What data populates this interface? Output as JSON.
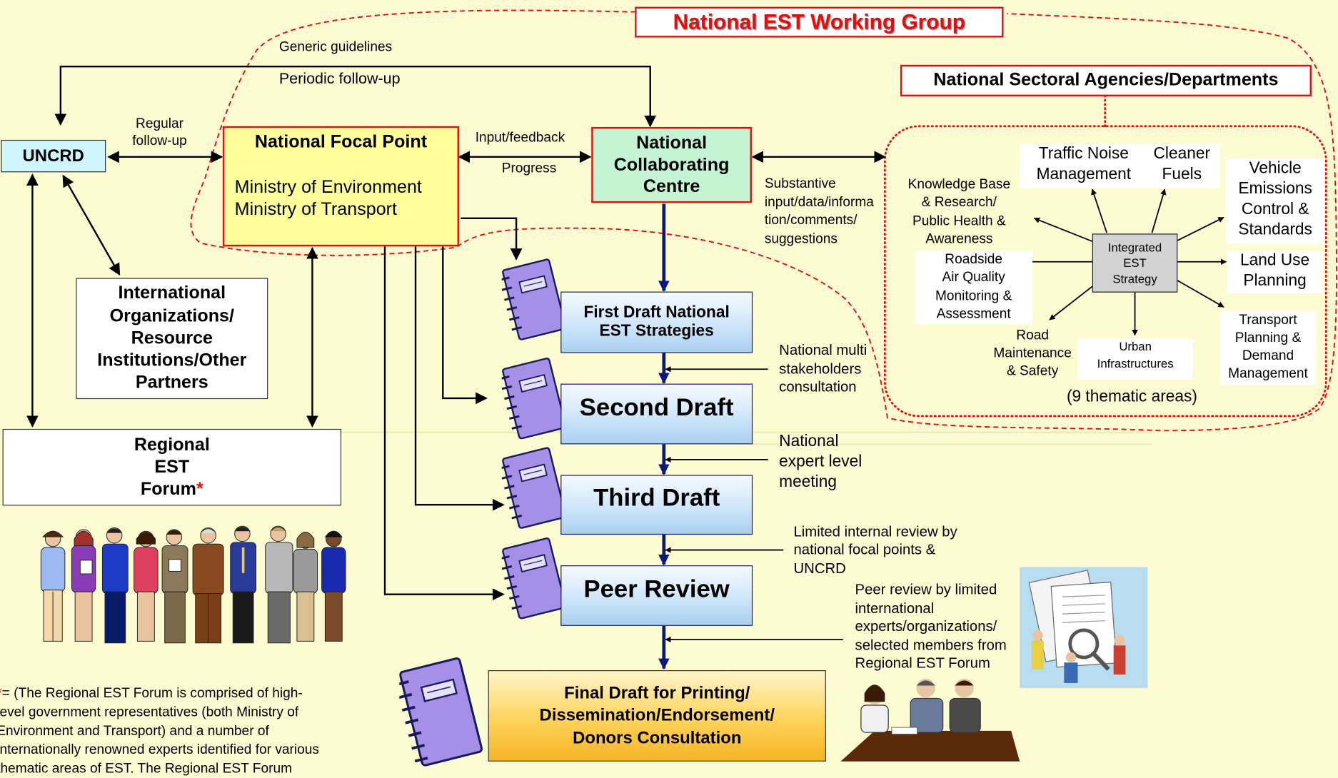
{
  "header": {
    "working_group": "National EST Working Group",
    "sectoral": "National Sectoral Agencies/Departments"
  },
  "boxes": {
    "uncrd": "UNCRD",
    "focal_title": "National Focal Point",
    "focal_line1": "Ministry of Environment",
    "focal_line2": "Ministry of Transport",
    "collab_line1": "National",
    "collab_line2": "Collaborating",
    "collab_line3": "Centre",
    "intl_line1": "International",
    "intl_line2": "Organizations/",
    "intl_line3": "Resource",
    "intl_line4": "Institutions/Other",
    "intl_line5": "Partners",
    "regional_line1": "Regional",
    "regional_line2": "EST",
    "regional_line3": "Forum",
    "regional_star": "*"
  },
  "labels": {
    "generic": "Generic guidelines",
    "periodic": "Periodic follow-up",
    "regular1": "Regular",
    "regular2": "follow-up",
    "input": "Input/feedback",
    "progress": "Progress",
    "subst1": "Substantive",
    "subst2": "input/data/informa",
    "subst3": "tion/comments/",
    "subst4": "suggestions",
    "multi1": "National multi",
    "multi2": "stakeholders",
    "multi3": "consultation",
    "expert1": "National",
    "expert2": "expert level",
    "expert3": "meeting",
    "limited1": "Limited internal review by",
    "limited2": "national focal points &",
    "limited3": "UNCRD",
    "peer1": "Peer review by limited",
    "peer2": "international",
    "peer3": "experts/organizations/",
    "peer4": "selected members from",
    "peer5": "Regional EST Forum"
  },
  "drafts": {
    "first1": "First Draft National",
    "first2": "EST Strategies",
    "second": "Second Draft",
    "third": "Third Draft",
    "peer": "Peer Review",
    "final1": "Final Draft for Printing/",
    "final2": "Dissemination/Endorsement/",
    "final3": "Donors Consultation"
  },
  "thematic": {
    "center1": "Integrated",
    "center2": "EST",
    "center3": "Strategy",
    "noise1": "Traffic Noise",
    "noise2": "Management",
    "fuels1": "Cleaner",
    "fuels2": "Fuels",
    "veh1": "Vehicle",
    "veh2": "Emissions",
    "veh3": "Control &",
    "veh4": "Standards",
    "land1": "Land Use",
    "land2": "Planning",
    "tpd1": "Transport",
    "tpd2": "Planning &",
    "tpd3": "Demand",
    "tpd4": "Management",
    "urban1": "Urban",
    "urban2": "Infrastructures",
    "road1": "Road",
    "road2": "Maintenance",
    "road3": "& Safety",
    "air1": "Roadside",
    "air2": "Air Quality",
    "air3": "Monitoring &",
    "air4": "Assessment",
    "kb1": "Knowledge Base",
    "kb2": "& Research/",
    "kb3": "Public Health &",
    "kb4": "Awareness",
    "count": "(9 thematic areas)"
  },
  "footnote": {
    "star": "*",
    "l1": "= (The Regional EST Forum is comprised of high-",
    "l2": "level government representatives (both Ministry of",
    "l3": "Environment and Transport) and a number of",
    "l4": "internationally renowned experts identified for various",
    "l5": "thematic areas of EST. The Regional EST Forum"
  },
  "colors": {
    "background": "#FCFBD2",
    "red_outline": "#E01010",
    "navy_arrow": "#0A1A7A",
    "notebook": "#A68FE6"
  }
}
